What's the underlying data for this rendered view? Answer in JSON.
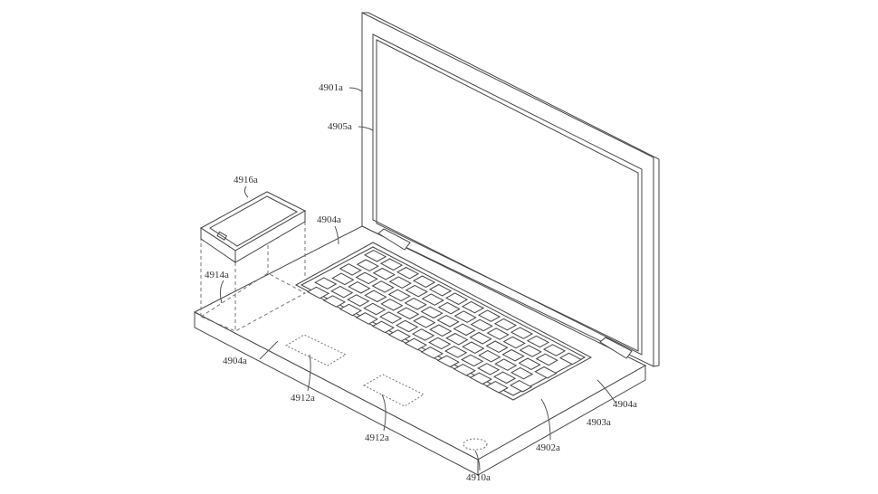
{
  "labels": {
    "lid": "4901a",
    "display": "4905a",
    "device": "4916a",
    "surface_top": "4904a",
    "surface_left": "4904a",
    "surface_right": "4904a",
    "projection": "4914a",
    "region_1": "4912a",
    "region_2": "4912a",
    "base": "4903a",
    "keyboard": "4902a",
    "sensor": "4910a"
  },
  "colors": {
    "line": "#444444",
    "background": "#ffffff"
  }
}
